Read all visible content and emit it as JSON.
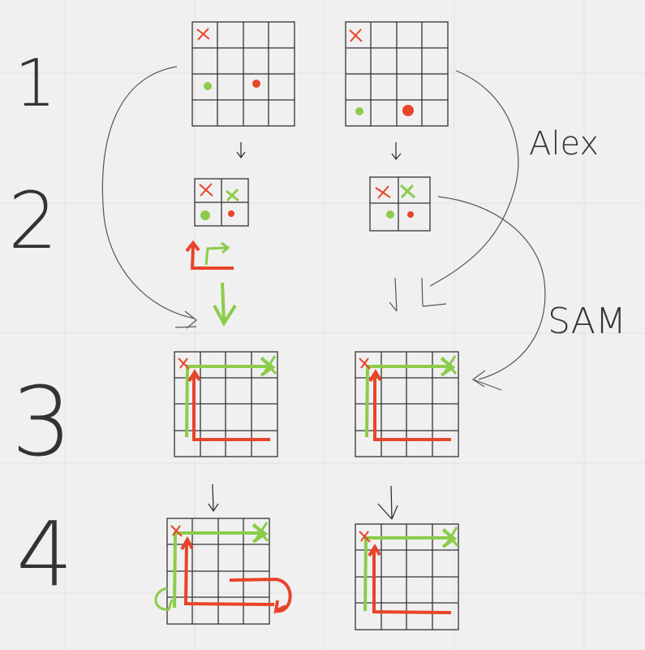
{
  "row_labels": [
    "1",
    "2",
    "3",
    "4"
  ],
  "names": {
    "first": "Alex",
    "second": "SAM"
  },
  "grids": {
    "row1": {
      "cols": 4,
      "rows": 4,
      "marks": [
        "x-red",
        "dot-green",
        "dot-red"
      ]
    },
    "row2": {
      "cols": 2,
      "rows": 2,
      "marks": [
        "x-red",
        "x-green",
        "dot-green",
        "dot-red"
      ]
    },
    "row3": {
      "cols": 4,
      "rows": 4,
      "marks": [
        "x-red",
        "x-green",
        "path-green",
        "path-red"
      ]
    },
    "row4": {
      "cols": 4,
      "rows": 4,
      "marks": [
        "x-red",
        "x-green",
        "path-green",
        "path-red"
      ]
    }
  },
  "colors": {
    "background": "#f0f0f0",
    "ink": "#333333",
    "red": "#e8442a",
    "green": "#8ccc4a",
    "grid_faint": "#e2e2e2"
  }
}
